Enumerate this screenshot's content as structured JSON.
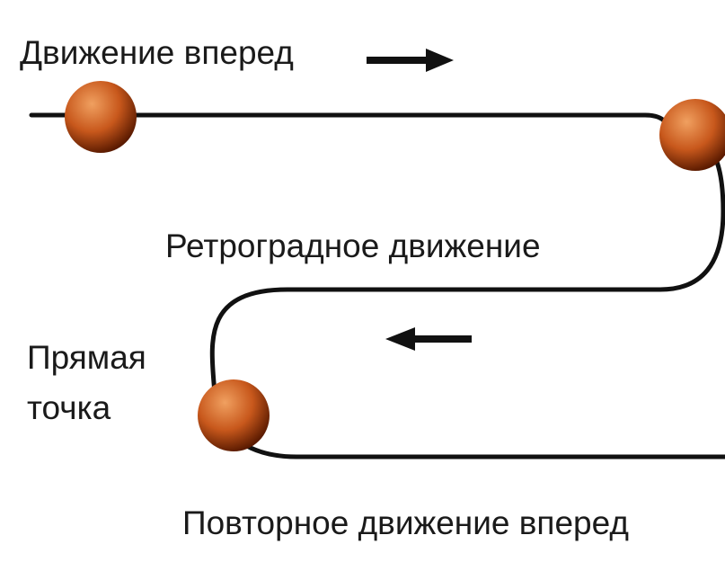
{
  "labels": {
    "forward": "Движение вперед",
    "retrograde": "Ретроградное движение",
    "station_line1": "Прямая",
    "station_line2": "точка",
    "repeat_forward": "Повторное движение вперед"
  },
  "colors": {
    "path": "#111111",
    "planet_light": "#f0a060",
    "planet_mid": "#c8581c",
    "planet_dark": "#5a1a00",
    "arrow": "#111111"
  }
}
